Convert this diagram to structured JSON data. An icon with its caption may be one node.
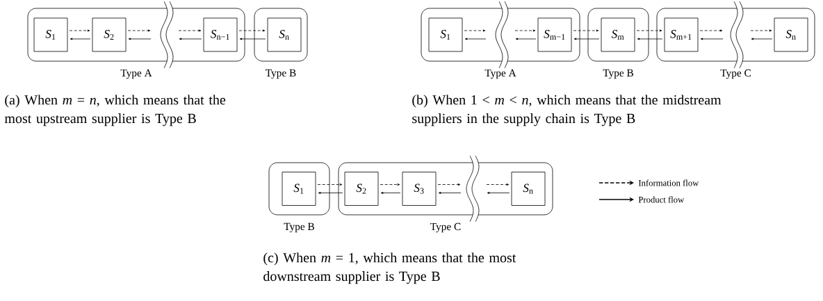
{
  "diagram": {
    "nodes": [
      {
        "text": [],
        "shape": "box",
        "beside": [
          "Type A"
        ]
      },
      {
        "text": [
          "*S*$_{1}$"
        ],
        "in": 0
      },
      {
        "text": [
          "*S*$_{2}$"
        ],
        "in": 0
      },
      {
        "text": [
          "*S*$_{n−1}$"
        ],
        "in": 0
      },
      {
        "text": [],
        "shape": "box",
        "beside": [
          "Type B"
        ]
      },
      {
        "text": [
          "*S*$_{n}$"
        ],
        "in": 4
      },
      {
        "text": [],
        "shape": "box",
        "beside": [
          "Type A"
        ]
      },
      {
        "text": [
          "*S*$_{1}$"
        ],
        "in": 6
      },
      {
        "text": [
          "*S*$_{m−1}$"
        ],
        "in": 6
      },
      {
        "text": [],
        "shape": "box",
        "beside": [
          "Type B"
        ]
      },
      {
        "text": [
          "*S*$_{m}$"
        ],
        "in": 9
      },
      {
        "text": [],
        "shape": "box",
        "beside": [
          "Type C"
        ]
      },
      {
        "text": [
          "*S*$_{m+1}$"
        ],
        "in": 11
      },
      {
        "text": [
          "*S*$_{n}$"
        ],
        "in": 11
      },
      {
        "text": [],
        "shape": "box",
        "beside": [
          "Type B"
        ]
      },
      {
        "text": [
          "*S*$_{1}$"
        ],
        "in": 14
      },
      {
        "text": [],
        "shape": "box",
        "beside": [
          "Type C"
        ]
      },
      {
        "text": [
          "*S*$_{2}$"
        ],
        "in": 16
      },
      {
        "text": [
          "*S*$_{3}$"
        ],
        "in": 16
      },
      {
        "text": [
          "*S*$_{n}$"
        ],
        "in": 16
      }
    ],
    "edges": [
      {
        "from": 1,
        "to": 2,
        "arrow": "to",
        "style": "dashed"
      },
      {
        "from": 2,
        "to": 1,
        "arrow": "to"
      },
      {
        "from": 2,
        "to": null,
        "arrow": "to",
        "style": "dashed"
      },
      {
        "from": null,
        "to": 2,
        "arrow": "to"
      },
      {
        "from": null,
        "to": 3,
        "arrow": "to",
        "style": "dashed"
      },
      {
        "from": 3,
        "to": null,
        "arrow": "to"
      },
      {
        "from": 3,
        "to": 5,
        "arrow": "to",
        "style": "dashed"
      },
      {
        "from": 5,
        "to": 3,
        "arrow": "to"
      },
      {
        "from": 7,
        "to": null,
        "arrow": "to",
        "style": "dashed"
      },
      {
        "from": null,
        "to": 7,
        "arrow": "to"
      },
      {
        "from": null,
        "to": 8,
        "arrow": "to",
        "style": "dashed"
      },
      {
        "from": 8,
        "to": null,
        "arrow": "to"
      },
      {
        "from": 8,
        "to": 10,
        "arrow": "to",
        "style": "dashed"
      },
      {
        "from": 10,
        "to": 8,
        "arrow": "to"
      },
      {
        "from": 10,
        "to": 12,
        "arrow": "to",
        "style": "dashed"
      },
      {
        "from": 12,
        "to": 10,
        "arrow": "to"
      },
      {
        "from": 12,
        "to": null,
        "arrow": "to",
        "style": "dashed"
      },
      {
        "from": null,
        "to": 12,
        "arrow": "to"
      },
      {
        "from": null,
        "to": 13,
        "arrow": "to",
        "style": "dashed"
      },
      {
        "from": 13,
        "to": null,
        "arrow": "to"
      },
      {
        "from": 15,
        "to": 17,
        "arrow": "to",
        "style": "dashed"
      },
      {
        "from": 17,
        "to": 15,
        "arrow": "to"
      },
      {
        "from": 17,
        "to": 18,
        "arrow": "to",
        "style": "dashed"
      },
      {
        "from": 18,
        "to": 17,
        "arrow": "to"
      },
      {
        "from": 18,
        "to": null,
        "arrow": "to",
        "style": "dashed"
      },
      {
        "from": null,
        "to": 18,
        "arrow": "to"
      },
      {
        "from": null,
        "to": 19,
        "arrow": "to",
        "style": "dashed"
      },
      {
        "from": 19,
        "to": null,
        "arrow": "to"
      }
    ],
    "labels": [
      "(a) When *m* = *n*, which means that the most upstream supplier is Type B",
      "(b) When 1 < *m* < *n*, which means that the midstream suppliers in the supply chain is Type B",
      "(c) When *m* = 1, which means that the most downstream supplier is Type B"
    ],
    "legend": [
      {
        "text": "Information flow"
      },
      {
        "text": "Product flow"
      }
    ]
  }
}
